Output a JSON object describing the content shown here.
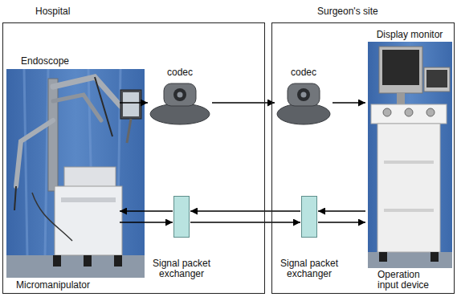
{
  "diagram": {
    "nodes": [
      {
        "text": [
          "Hospital"
        ]
      },
      {
        "text": [
          "Endoscope",
          "Micromanipulator"
        ],
        "in": 0
      },
      {
        "text": [
          "codec"
        ],
        "in": 0
      },
      {
        "text": [
          "Signal packet exchanger"
        ],
        "in": 0
      },
      {
        "text": [
          "Surgeon's site"
        ]
      },
      {
        "text": [
          "codec"
        ],
        "in": 4
      },
      {
        "text": [
          "Display monitor",
          "Operation input device"
        ],
        "in": 4
      },
      {
        "text": [
          "Signal packet exchanger"
        ],
        "in": 4
      }
    ],
    "edges": [
      {
        "from": 1,
        "to": 2,
        "arrow": "to"
      },
      {
        "from": 2,
        "to": 5,
        "arrow": "to"
      },
      {
        "from": 5,
        "to": 6,
        "arrow": "to"
      },
      {
        "from": 3,
        "to": 1,
        "arrow": "to"
      },
      {
        "from": 1,
        "to": 3,
        "arrow": "to"
      },
      {
        "from": 7,
        "to": 3,
        "arrow": "to"
      },
      {
        "from": 3,
        "to": 7,
        "arrow": "to"
      },
      {
        "from": 6,
        "to": 7,
        "arrow": "to"
      },
      {
        "from": 7,
        "to": 6,
        "arrow": "to"
      }
    ]
  }
}
